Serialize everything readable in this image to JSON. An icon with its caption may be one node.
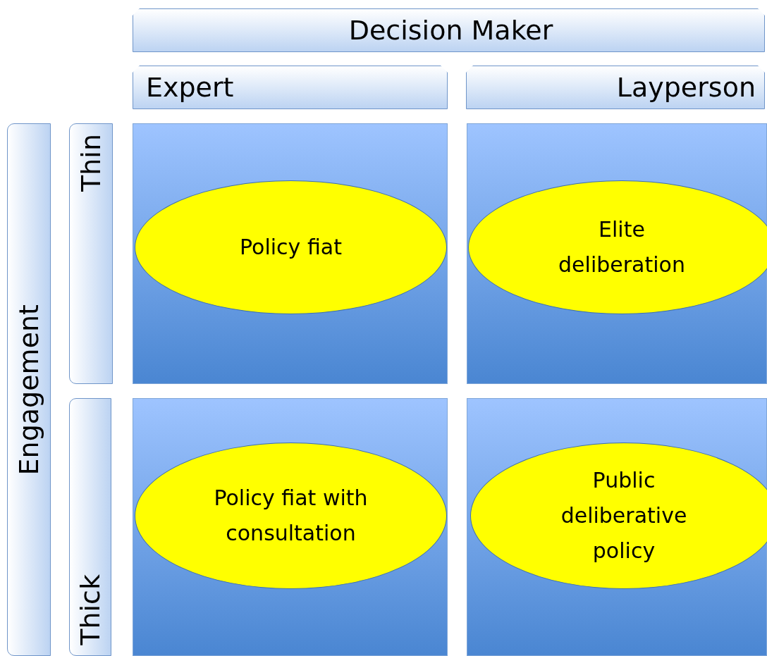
{
  "diagram": {
    "nodes": [
      {
        "text": [
          "Decision Maker"
        ]
      },
      {
        "text": [
          "Expert"
        ]
      },
      {
        "text": [
          "Layperson"
        ]
      },
      {
        "text": [
          "Engagement"
        ]
      },
      {
        "text": [
          "Thin"
        ]
      },
      {
        "text": [],
        "shape": "box"
      },
      {
        "text": [
          "Policy fiat"
        ],
        "in": 5
      },
      {
        "text": [],
        "shape": "box"
      },
      {
        "text": [
          "Elite deliberation"
        ],
        "in": 7
      },
      {
        "text": [
          "Thick"
        ]
      },
      {
        "text": [],
        "shape": "box"
      },
      {
        "text": [
          "Policy fiat with consultation"
        ],
        "in": 10
      },
      {
        "text": [],
        "shape": "box"
      },
      {
        "text": [
          "Public deliberative policy"
        ],
        "in": 12
      }
    ]
  }
}
